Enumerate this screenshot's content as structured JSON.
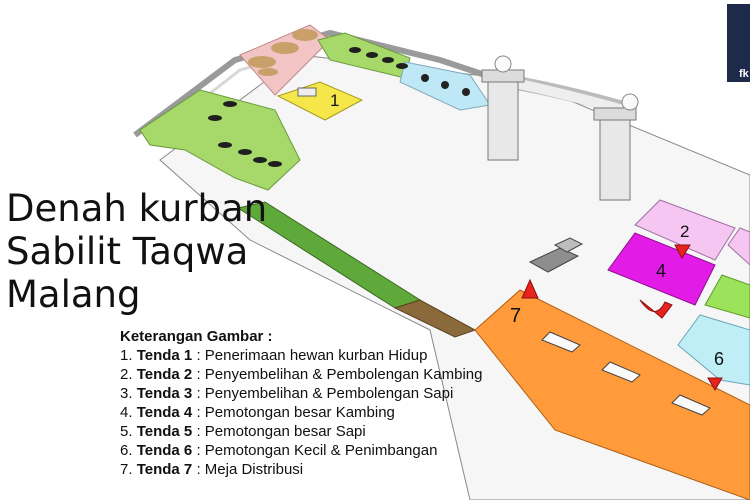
{
  "title": {
    "lines": [
      "Denah kurban",
      "Sabilit Taqwa",
      "Malang"
    ]
  },
  "map_labels": {
    "tenda1": "1",
    "tenda2": "2",
    "tenda4": "4",
    "tenda6": "6",
    "tenda7": "7"
  },
  "legend": {
    "heading": "Keterangan Gambar :",
    "items": [
      {
        "num": "1.",
        "name": "Tenda 1",
        "desc": ": Penerimaan hewan kurban Hidup"
      },
      {
        "num": "2.",
        "name": "Tenda 2",
        "desc": ": Penyembelihan & Pembolengan Kambing"
      },
      {
        "num": "3.",
        "name": "Tenda 3",
        "desc": ": Penyembelihan & Pembolengan Sapi"
      },
      {
        "num": "4.",
        "name": "Tenda 4",
        "desc": ": Pemotongan besar Kambing"
      },
      {
        "num": "5.",
        "name": "Tenda 5",
        "desc": ": Pemotongan besar Sapi"
      },
      {
        "num": "6.",
        "name": "Tenda 6",
        "desc": ": Pemotongan Kecil & Penimbangan"
      },
      {
        "num": "7.",
        "name": "Tenda 7",
        "desc": ": Meja Distribusi"
      }
    ]
  },
  "watermark": {
    "text": "fk"
  },
  "colors": {
    "pen_goats": "#a6d96a",
    "pen_cattle": "#f2c4c4",
    "tenda1": "#f5e64a",
    "washing": "#bfe8f7",
    "tenda2": "#f4c6f1",
    "tenda4": "#e21be6",
    "tenda5": "#9be35a",
    "tenda6": "#bfeef7",
    "tenda7": "#ff9b3a",
    "grass": "#5fa83a",
    "arrow": "#e8231f"
  }
}
